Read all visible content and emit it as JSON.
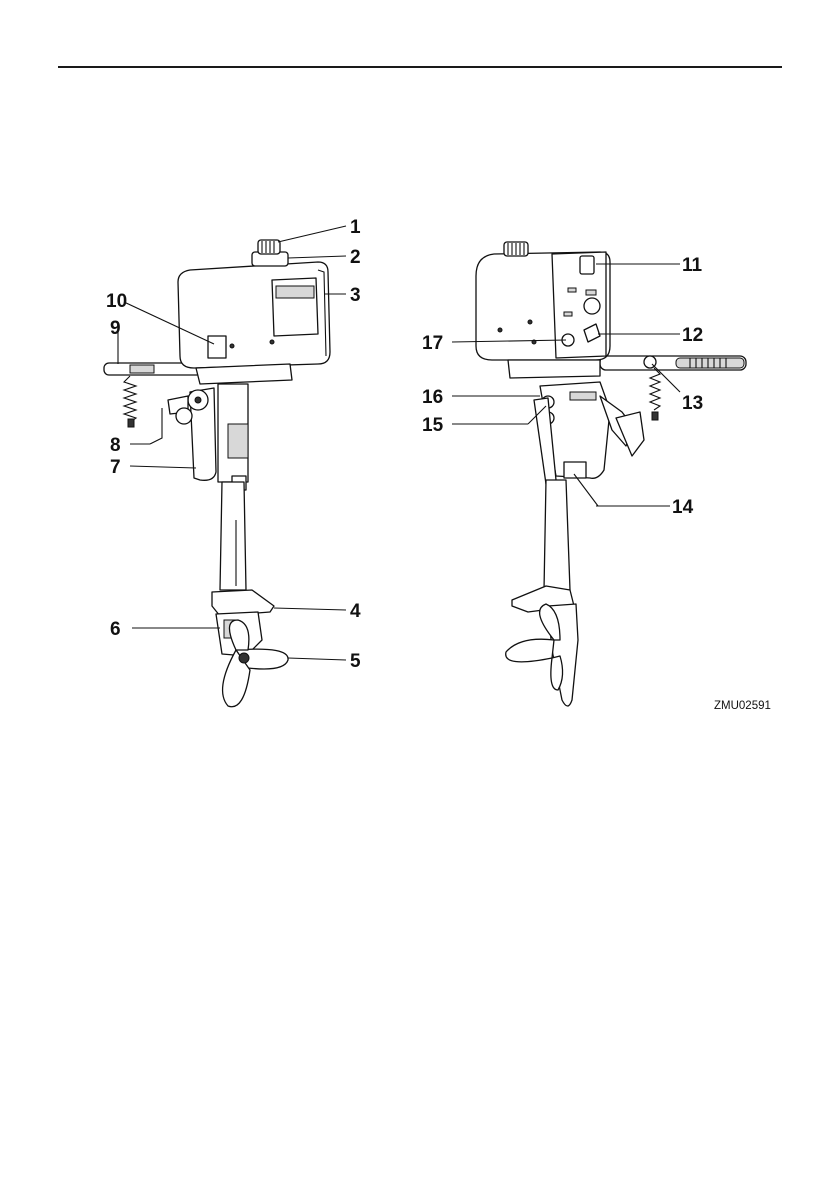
{
  "figure": {
    "code": "ZMU02591",
    "callouts": {
      "c1": "1",
      "c2": "2",
      "c3": "3",
      "c4": "4",
      "c5": "5",
      "c6": "6",
      "c7": "7",
      "c8": "8",
      "c9": "9",
      "c10": "10",
      "c11": "11",
      "c12": "12",
      "c13": "13",
      "c14": "14",
      "c15": "15",
      "c16": "16",
      "c17": "17"
    }
  }
}
